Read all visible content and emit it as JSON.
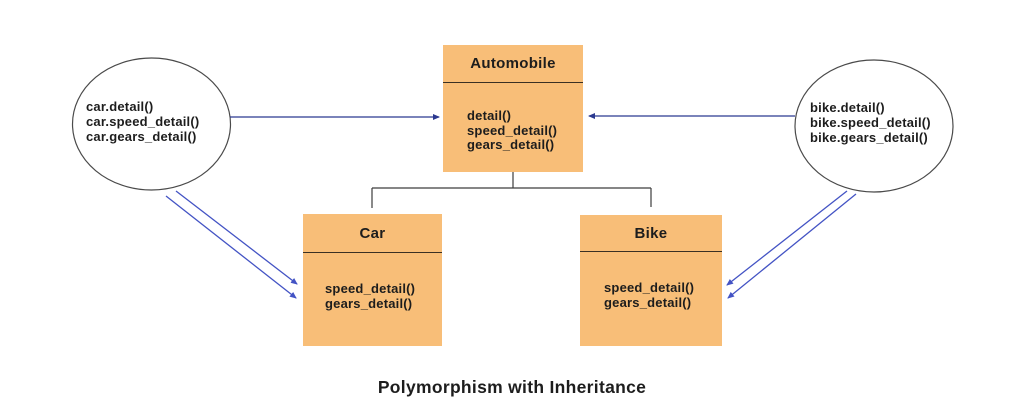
{
  "diagram": {
    "caption": "Polymorphism with Inheritance",
    "colors": {
      "box_fill": "#F8BE78",
      "box_divider": "#3A3023",
      "text": "#1D1D1D",
      "tree_line": "#3D3D3D",
      "ellipse_stroke": "#4A4A4A",
      "ellipse_fill": "#FFFFFF",
      "arrow_navy": "#2B3990",
      "arrow_blue": "#4353C4"
    },
    "classes": [
      {
        "title": "Automobile",
        "methods": [
          "detail()",
          "speed_detail()",
          "gears_detail()"
        ]
      },
      {
        "title": "Car",
        "methods": [
          "speed_detail()",
          "gears_detail()"
        ]
      },
      {
        "title": "Bike",
        "methods": [
          "speed_detail()",
          "gears_detail()"
        ]
      }
    ],
    "call_bubbles": [
      {
        "lines": [
          "car.detail()",
          "car.speed_detail()",
          "car.gears_detail()"
        ]
      },
      {
        "lines": [
          "bike.detail()",
          "bike.speed_detail()",
          "bike.gears_detail()"
        ]
      }
    ]
  }
}
